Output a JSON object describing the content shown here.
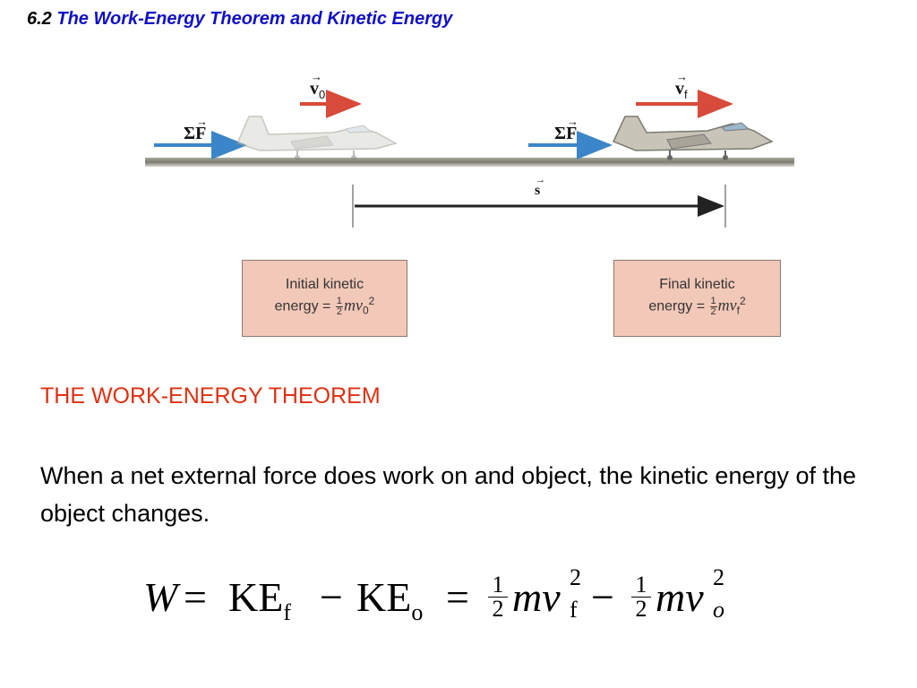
{
  "header": {
    "section_number": "6.2",
    "section_title": "The Work-Energy Theorem and Kinetic Energy"
  },
  "figure": {
    "net_force_label_left": "ΣF",
    "net_force_label_right": "ΣF",
    "initial_velocity_label": "v",
    "initial_velocity_sub": "0",
    "final_velocity_label": "v",
    "final_velocity_sub": "f",
    "displacement_label": "s",
    "initial_box": {
      "line1": "Initial kinetic",
      "line2_prefix": "energy =",
      "frac_num": "1",
      "frac_den": "2",
      "m": "m",
      "v": "v",
      "sub": "0",
      "sup": "2"
    },
    "final_box": {
      "line1": "Final kinetic",
      "line2_prefix": "energy =",
      "frac_num": "1",
      "frac_den": "2",
      "m": "m",
      "v": "v",
      "sub": "f",
      "sup": "2"
    },
    "colors": {
      "force_arrow": "#3a86c8",
      "velocity_arrow": "#d84a3a",
      "box_fill": "#f2c8b8",
      "runway": "#8a8a80"
    }
  },
  "theorem": {
    "heading": "THE WORK-ENERGY THEOREM",
    "statement": "When a net external force does work on and object, the kinetic energy of the object changes."
  },
  "equation": {
    "W": "W",
    "eq1": "=",
    "KE1": "KE",
    "KE1_sub": "f",
    "minus1": "−",
    "KE2": "KE",
    "KE2_sub": "o",
    "eq2": "=",
    "frac1_num": "1",
    "frac1_den": "2",
    "mv1": "mv",
    "mv1_sup": "2",
    "mv1_sub": "f",
    "minus2": "−",
    "frac2_num": "1",
    "frac2_den": "2",
    "mv2": "mv",
    "mv2_sup": "2",
    "mv2_sub": "o"
  }
}
